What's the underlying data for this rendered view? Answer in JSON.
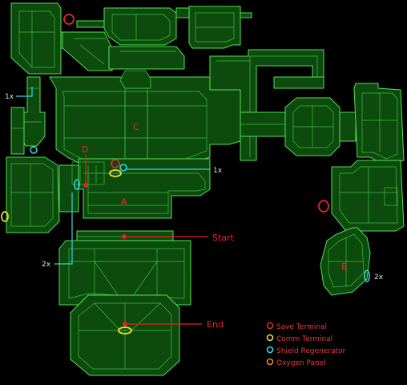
{
  "colors": {
    "background": "#000000",
    "wall_fill": "#0d4a0d",
    "wall_stroke": "#52e052",
    "save_terminal": "#e02828",
    "comm_terminal": "#e8e030",
    "shield_regenerator": "#30d8e0",
    "oxygen_panel": "#e08a3a",
    "route_line": "#e82020",
    "cyan_line": "#30d8e0"
  },
  "rooms": {
    "a": "A",
    "b": "B",
    "c": "C",
    "d": "D"
  },
  "markers": {
    "start_label": "Start",
    "end_label": "End",
    "shield_top_left_count": "1x",
    "shield_center_count": "1x",
    "shield_left_count": "2x",
    "shield_right_count": "2x"
  },
  "legend": [
    {
      "label": "Save Terminal",
      "color": "#e02828",
      "icon": "save-terminal-icon"
    },
    {
      "label": "Comm Terminal",
      "color": "#e8e030",
      "icon": "comm-terminal-icon"
    },
    {
      "label": "Shield Regenerator",
      "color": "#30d8e0",
      "icon": "shield-regenerator-icon"
    },
    {
      "label": "Oxygen Panel",
      "color": "#e08a3a",
      "icon": "oxygen-panel-icon"
    }
  ]
}
